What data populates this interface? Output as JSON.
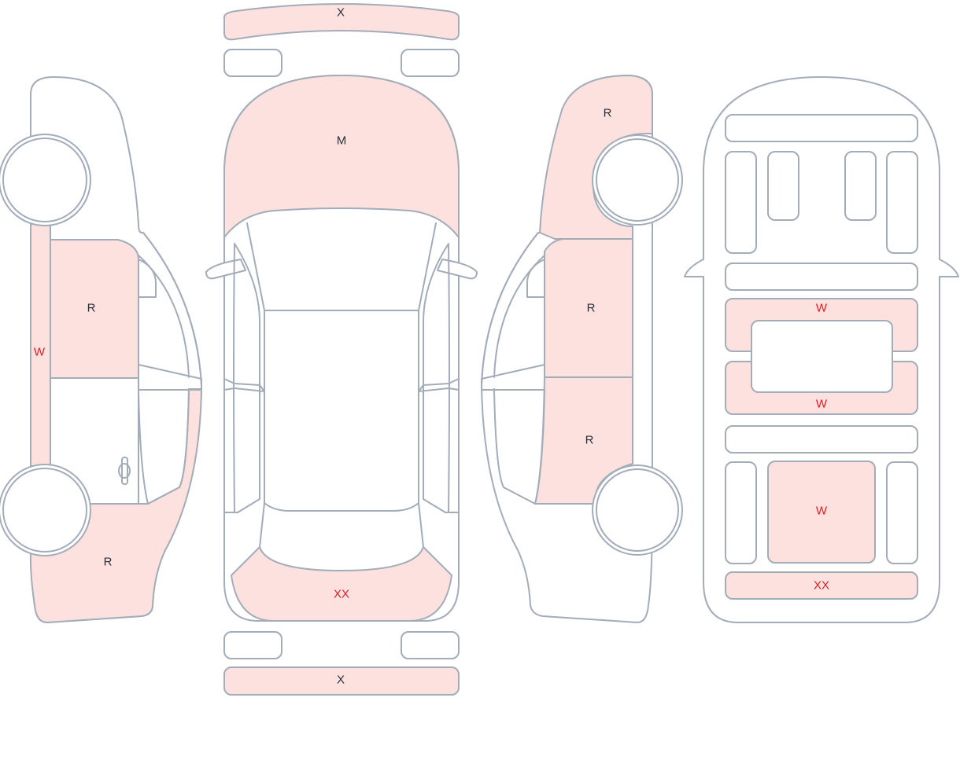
{
  "colors": {
    "outline": "#a3acb9",
    "damage_fill": "#fde1df",
    "label_dark": "#2a2f3a",
    "label_red": "#e31b23"
  },
  "labels": {
    "front_bumper": "X",
    "hood": "M",
    "rear_bumper": "X",
    "rear_panel": "XX",
    "left_front_door": "R",
    "left_sill": "W",
    "left_rear_quarter": "R",
    "right_front_fender": "R",
    "right_front_door": "R",
    "right_rear_door": "R",
    "interior_front_seat_row": "W",
    "interior_rear_seat_row": "W",
    "interior_trunk": "W",
    "interior_rear_panel": "XX"
  }
}
